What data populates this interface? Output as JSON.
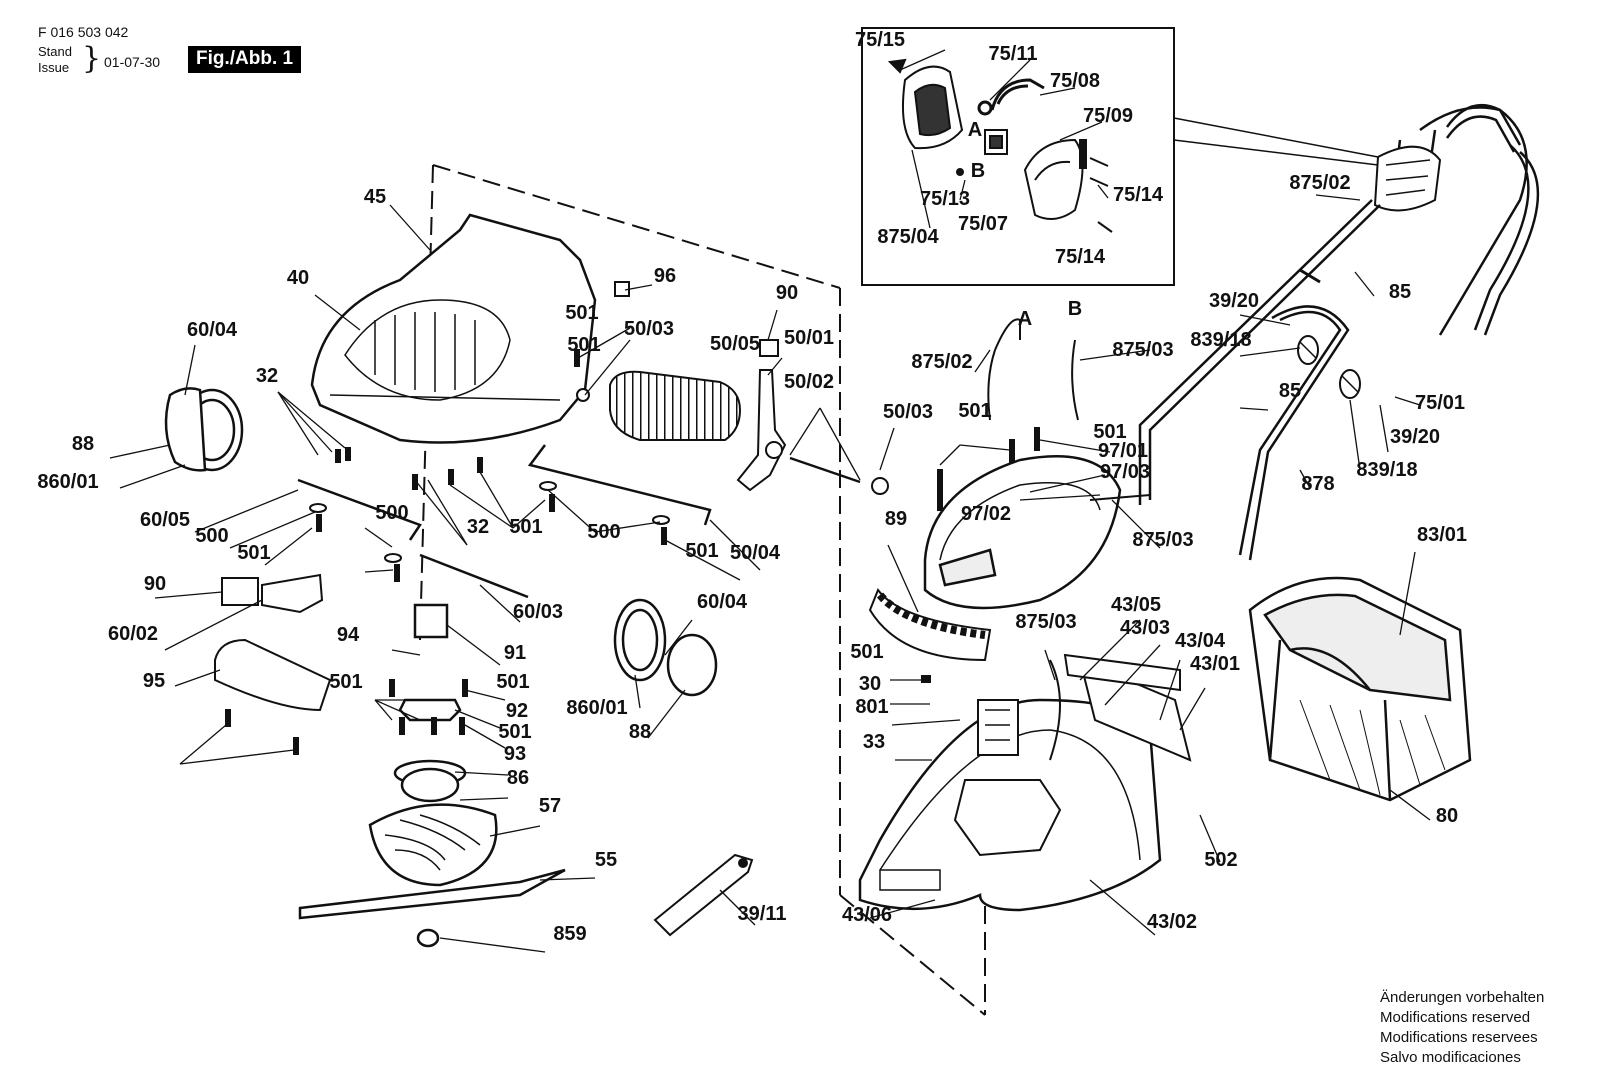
{
  "header": {
    "doc_code": "F 016 503 042",
    "stand_label": "Stand",
    "issue_label": "Issue",
    "date": "01-07-30",
    "figure_tag": "Fig./Abb. 1"
  },
  "footer_note": [
    "Änderungen vorbehalten",
    "Modifications reserved",
    "Modifications reservees",
    "Salvo modificaciones"
  ],
  "inset_labels": [
    "75/15",
    "75/11",
    "75/08",
    "75/09",
    "A",
    "B",
    "75/13",
    "75/07",
    "875/04",
    "75/14",
    "75/14"
  ],
  "part_labels": [
    "45",
    "40",
    "96",
    "60/04",
    "32",
    "88",
    "860/01",
    "60/05",
    "500",
    "501",
    "90",
    "60/02",
    "95",
    "501",
    "501",
    "50/03",
    "50/05",
    "90",
    "50/01",
    "50/02",
    "500",
    "32",
    "501",
    "500",
    "501",
    "50/04",
    "60/03",
    "94",
    "91",
    "501",
    "501",
    "92",
    "501",
    "93",
    "86",
    "57",
    "55",
    "859",
    "60/04",
    "860/01",
    "88",
    "39/11",
    "875/02",
    "A",
    "B",
    "875/03",
    "50/03",
    "501",
    "501",
    "97/01",
    "97/03",
    "89",
    "97/02",
    "875/03",
    "875/03",
    "43/05",
    "43/03",
    "43/04",
    "43/01",
    "501",
    "30",
    "801",
    "33",
    "43/06",
    "43/02",
    "502",
    "875/02",
    "85",
    "39/20",
    "839/18",
    "85",
    "75/01",
    "39/20",
    "839/18",
    "878",
    "83/01",
    "80"
  ]
}
